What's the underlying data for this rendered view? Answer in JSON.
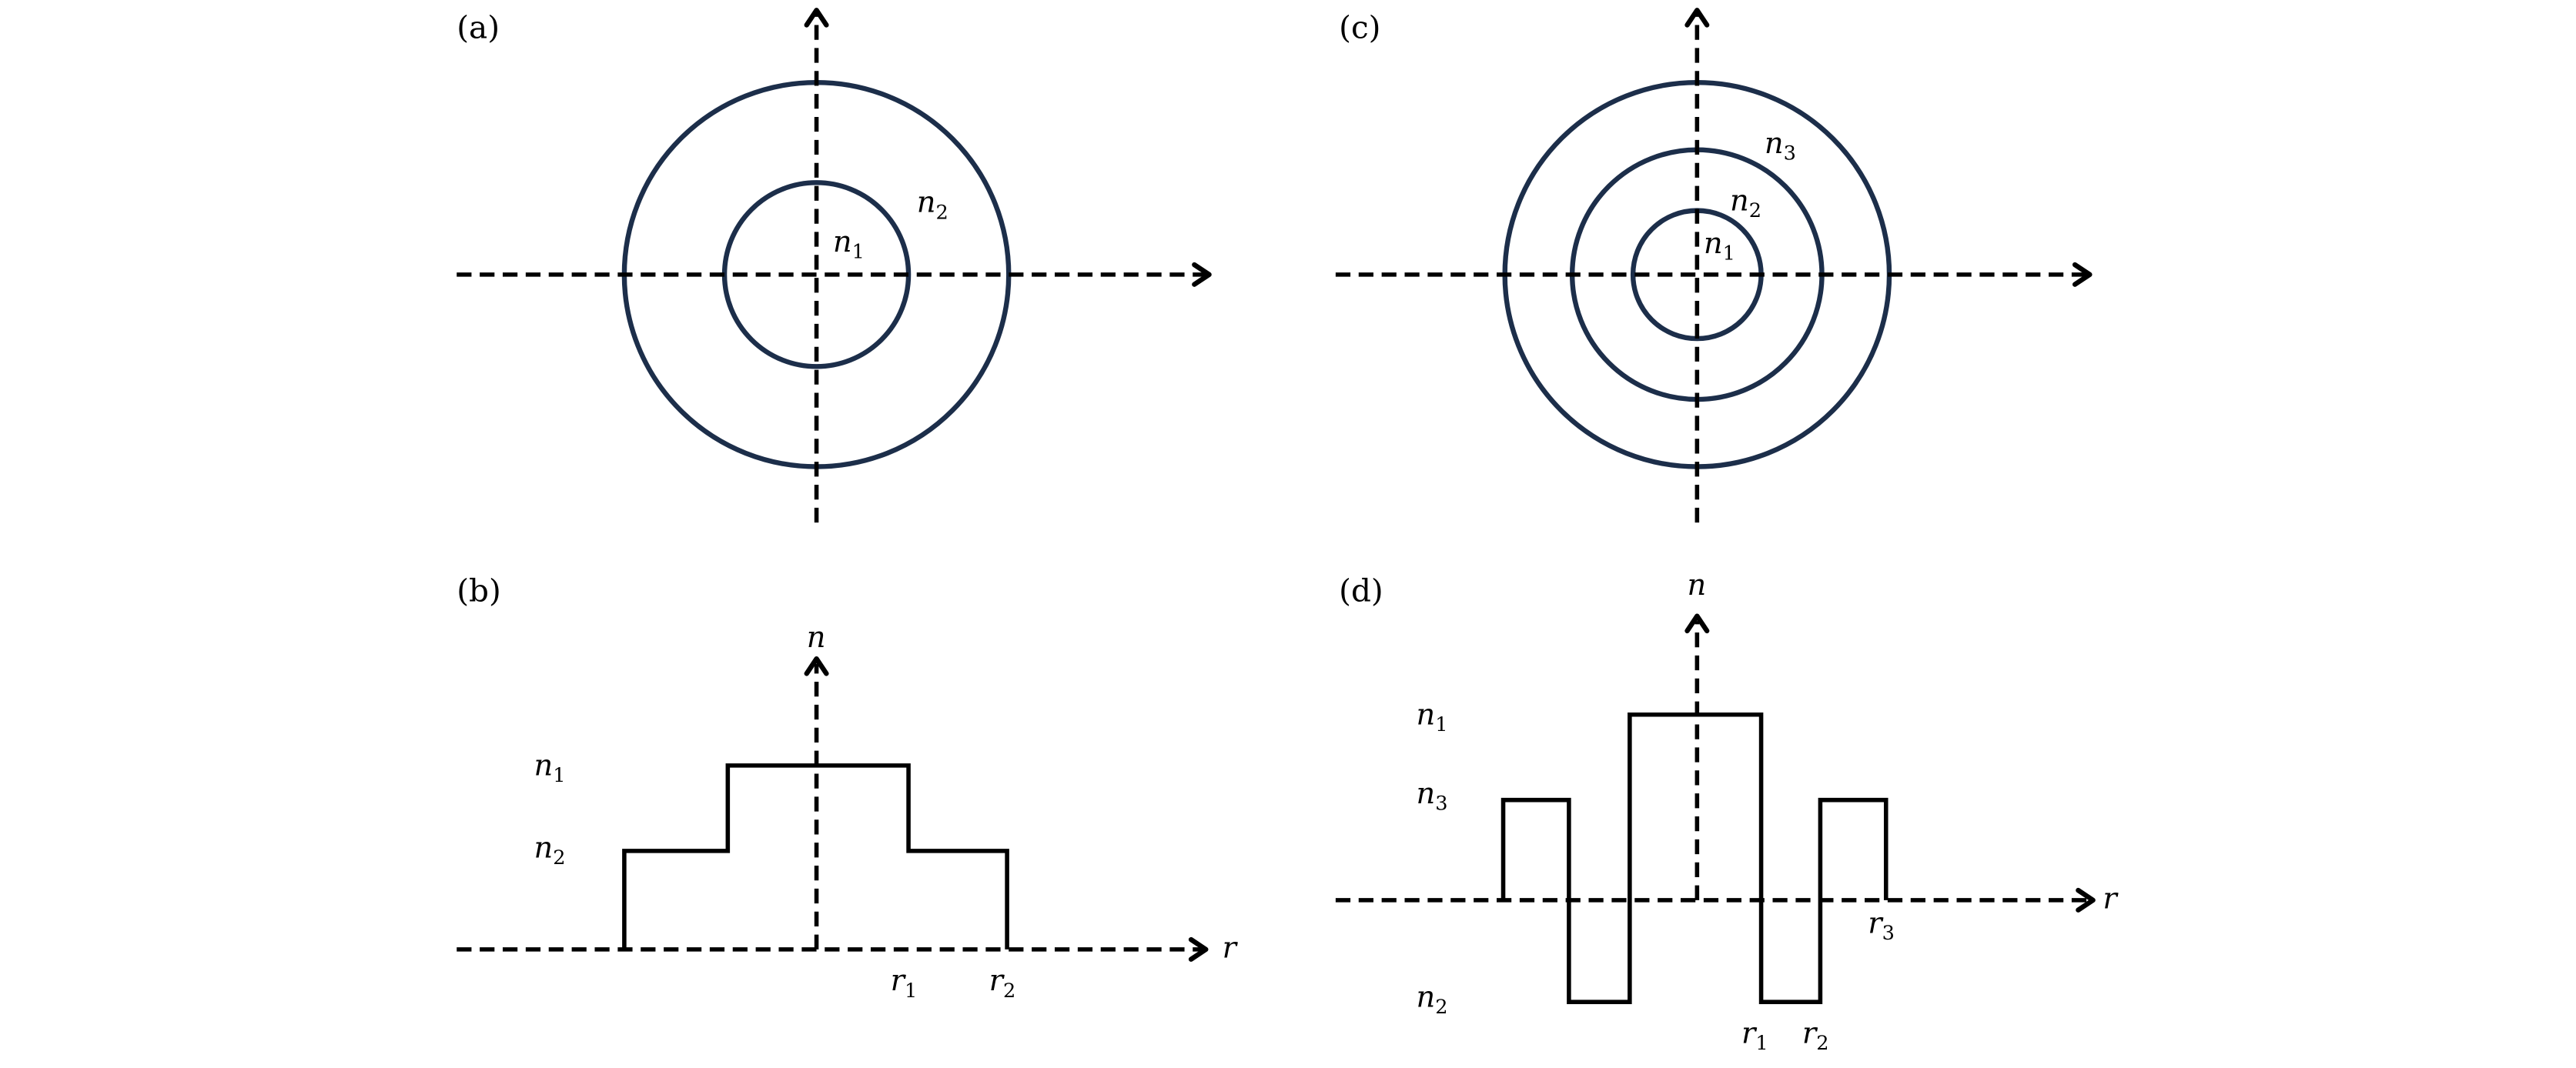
{
  "colors": {
    "ring": "#1c2e4a",
    "axis": "#000000"
  },
  "panels": {
    "a": {
      "label": "(a)",
      "n1": {
        "base": "n",
        "sub": "1"
      },
      "n2": {
        "base": "n",
        "sub": "2"
      }
    },
    "b": {
      "label": "(b)",
      "y_axis": "n",
      "x_axis": "r",
      "n1": {
        "base": "n",
        "sub": "1"
      },
      "n2": {
        "base": "n",
        "sub": "2"
      },
      "r1": {
        "base": "r",
        "sub": "1"
      },
      "r2": {
        "base": "r",
        "sub": "2"
      }
    },
    "c": {
      "label": "(c)",
      "n1": {
        "base": "n",
        "sub": "1"
      },
      "n2": {
        "base": "n",
        "sub": "2"
      },
      "n3": {
        "base": "n",
        "sub": "3"
      }
    },
    "d": {
      "label": "(d)",
      "y_axis": "n",
      "x_axis": "r",
      "n1": {
        "base": "n",
        "sub": "1"
      },
      "n2": {
        "base": "n",
        "sub": "2"
      },
      "n3": {
        "base": "n",
        "sub": "3"
      },
      "r1": {
        "base": "r",
        "sub": "1"
      },
      "r2": {
        "base": "r",
        "sub": "2"
      },
      "r3": {
        "base": "r",
        "sub": "3"
      }
    }
  }
}
